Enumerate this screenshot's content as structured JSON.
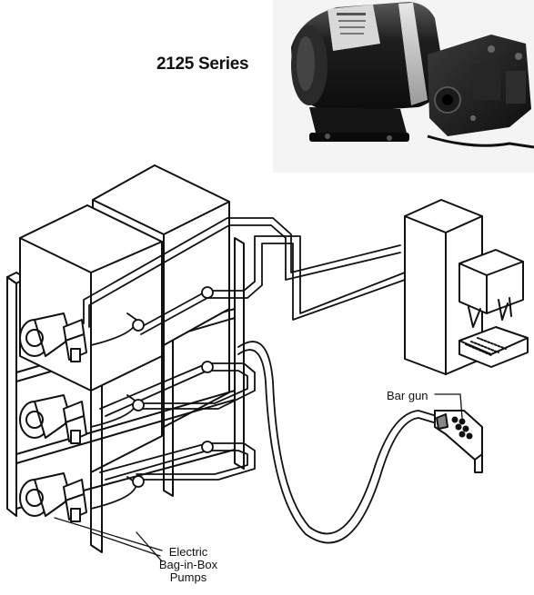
{
  "figure": {
    "series_label": "2125 Series",
    "bar_gun_label": "Bar gun",
    "pumps_label_lines": [
      "Electric",
      "Bag-in-Box",
      "Pumps"
    ]
  }
}
